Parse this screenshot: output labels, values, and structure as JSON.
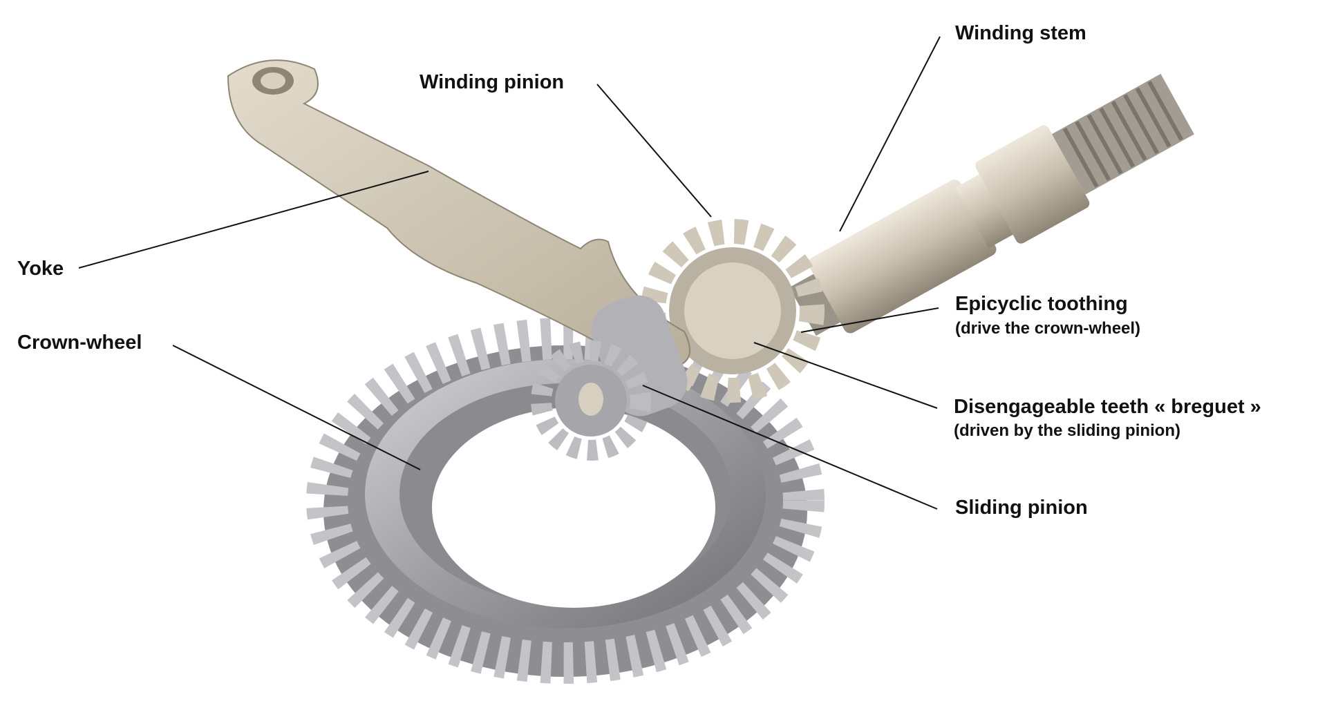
{
  "labels": {
    "winding_stem": "Winding stem",
    "winding_pinion": "Winding pinion",
    "yoke": "Yoke",
    "crown_wheel": "Crown-wheel",
    "epicyclic_toothing": "Epicyclic toothing",
    "epicyclic_toothing_note": "(drive the crown-wheel)",
    "disengageable_teeth": "Disengageable teeth « breguet »",
    "disengageable_teeth_note": "(driven by the sliding pinion)",
    "sliding_pinion": "Sliding pinion"
  },
  "colors": {
    "yoke": "#cfc6b4",
    "gear": "#a9a9ad",
    "stem": "#d8d0c2",
    "leader": "#111111"
  }
}
